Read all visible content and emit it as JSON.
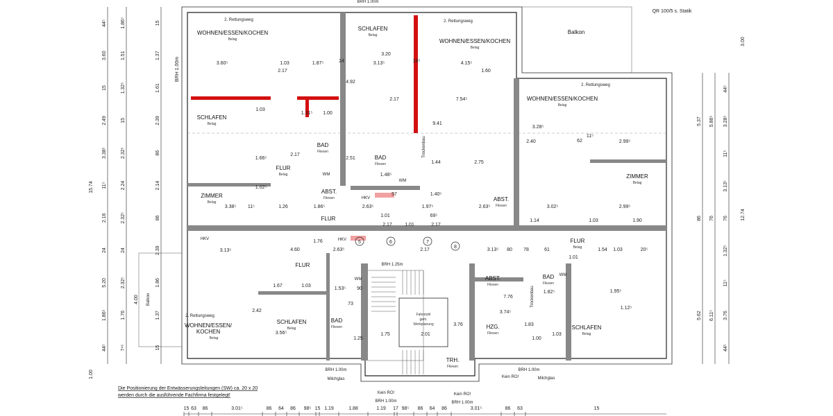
{
  "header_note": "QR 100/5 s. Statik",
  "legal_note": {
    "line1": "Die Positionierung der Entwässerungsleitungen (SW) ca. 20 x 20",
    "line2": "werden durch die ausführende Fachfirma festgelegt!"
  },
  "rooms": [
    {
      "name": "WOHNEN/ESSEN/KOCHEN",
      "floor": "Belag"
    },
    {
      "name": "SCHLAFEN",
      "floor": "Belag"
    },
    {
      "name": "WOHNEN/ESSEN/KOCHEN",
      "floor": "Belag"
    },
    {
      "name": "WOHNEN/ESSEN/KOCHEN",
      "floor": "Belag"
    },
    {
      "name": "SCHLAFEN",
      "floor": "Belag"
    },
    {
      "name": "BAD",
      "floor": "Fliesen"
    },
    {
      "name": "BAD",
      "floor": "Fliesen"
    },
    {
      "name": "FLUR",
      "floor": "Belag"
    },
    {
      "name": "ZIMMER",
      "floor": "Belag"
    },
    {
      "name": "ABST.",
      "floor": "Fliesen"
    },
    {
      "name": "ZIMMER",
      "floor": "Belag"
    },
    {
      "name": "ABST.",
      "floor": "Fliesen"
    },
    {
      "name": "FLUR",
      "floor": ""
    },
    {
      "name": "FLUR",
      "floor": "Belag"
    },
    {
      "name": "FLUR",
      "floor": ""
    },
    {
      "name": "SCHLAFEN",
      "floor": "Belag"
    },
    {
      "name": "BAD",
      "floor": "Fliesen"
    },
    {
      "name": "ABST.",
      "floor": "Fliesen"
    },
    {
      "name": "BAD",
      "floor": "Fliesen"
    },
    {
      "name": "HZG.",
      "floor": "Fliesen"
    },
    {
      "name": "SCHLAFEN",
      "floor": "Belag"
    },
    {
      "name": "TRH.",
      "floor": "Fliesen"
    },
    {
      "name": "WOHNEN/ESSEN/",
      "floor": "Belag",
      "name2": "KOCHEN"
    }
  ],
  "elevator": {
    "line1": "Fahrstuhl",
    "line2": "gem.",
    "line3": "Werkplanung"
  },
  "notes": {
    "escape_route": "2. Rettungsweg",
    "brh_100": "BRH 1.00m",
    "brh_125": "BRH 1.25m",
    "milchglas": "Milchglas",
    "kein_ro": "Kein RO!",
    "balkon": "Balkon",
    "trockenbau": "Trockenbau",
    "hkv": "HKV",
    "wm": "WM"
  },
  "circled_numbers": [
    "5",
    "6",
    "7",
    "8"
  ],
  "bottom_dimensions": [
    "15",
    "63",
    "86",
    "3.01⁵",
    "86",
    "64",
    "86",
    "98⁵",
    "15",
    "1.19",
    "1.88",
    "1.19",
    "17",
    "98⁵",
    "86",
    "64",
    "86",
    "3.01⁵",
    "86",
    "63",
    "15"
  ],
  "left_dimensions": {
    "total": "15.74",
    "bottom": "1.00",
    "col1": [
      "44⁵",
      "3.60",
      "15",
      "2.49",
      "3.38⁵",
      "11⁵",
      "2.16",
      "24",
      "5.20",
      "1.86⁵",
      "44⁵"
    ],
    "col2": [
      "1.86⁵",
      "1.51",
      "1.32⁵",
      "15",
      "2.32⁵",
      "2.24",
      "2.32⁵",
      "24",
      "2.32⁵",
      "1.76",
      "7⁴⁵"
    ],
    "col3": [
      "15",
      "1.37",
      "1.61",
      "2.39",
      "86",
      "2.14",
      "86",
      "2.39",
      "1.86",
      "1.37",
      "15"
    ],
    "col4": [
      "BRH 1.00m",
      "4.00"
    ]
  },
  "right_dimensions": {
    "total": "12.74",
    "top": "3.00",
    "col1": [
      "5.37",
      "86",
      "5.62"
    ],
    "col2": [
      "5.86⁵",
      "76",
      "6.11⁵"
    ],
    "col3": [
      "44⁵",
      "3.28⁵",
      "11⁵",
      "3.13⁵",
      "76",
      "1.32⁵",
      "11⁵",
      "3.76",
      "44⁵"
    ]
  },
  "interior_dimensions": [
    "3.60⁵",
    "1.03",
    "1.87⁵",
    "24",
    "3.13⁵",
    "18⁵",
    "4.15⁵",
    "2.17",
    "4.92",
    "3.20",
    "1.03",
    "1.31⁵",
    "1.00",
    "2.17",
    "9.41",
    "7.54⁵",
    "3.28⁵",
    "2.40",
    "62",
    "11⁵",
    "2.99⁵",
    "1.44",
    "2.75",
    "1.48⁵",
    "2.51",
    "1.66⁵",
    "2.17",
    "3.38⁵",
    "1.02⁵",
    "11⁵",
    "1.26",
    "1.86⁵",
    "2.63⁵",
    "57",
    "1.40⁵",
    "1.97⁵",
    "2.63⁵",
    "3.13⁵",
    "3.02⁵",
    "2.99⁵",
    "1.14",
    "1.03",
    "1.90",
    "1.01",
    "69⁵",
    "2.17",
    "1.01",
    "2.17",
    "2.17",
    "4.60",
    "2.63⁵",
    "1.76",
    "3.13⁵",
    "80",
    "78",
    "61",
    "1.01",
    "1.54",
    "1.03",
    "20⁵",
    "1.67",
    "1.03",
    "1.53⁵",
    "90",
    "73",
    "2.42",
    "3.56⁵",
    "7.76",
    "1.82⁵",
    "1.95⁵",
    "3.74⁵",
    "1.83",
    "2.01",
    "1.75",
    "1.25",
    "1.00",
    "1.03",
    "1.12⁵",
    "3.76",
    "1.60"
  ]
}
